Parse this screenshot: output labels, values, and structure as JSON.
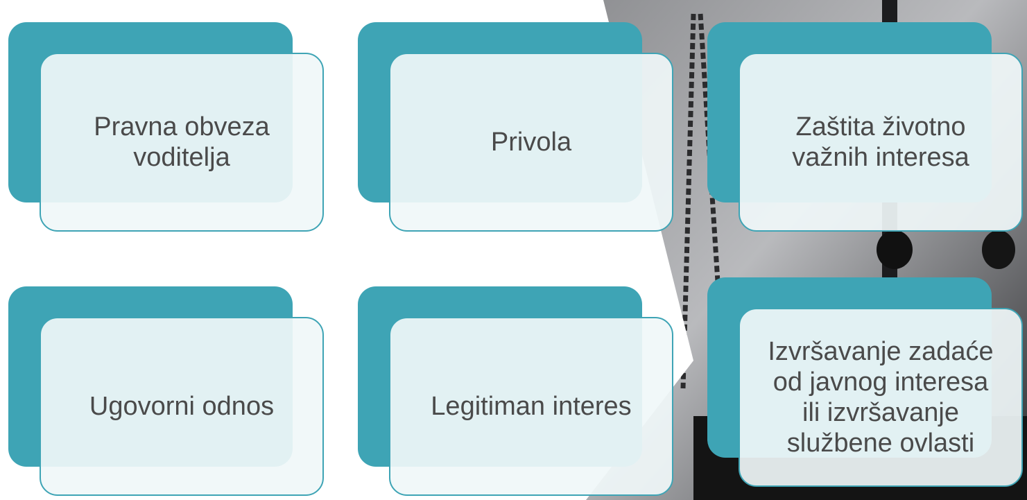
{
  "cards": [
    {
      "label": "Pravna obveza\nvoditelja"
    },
    {
      "label": "Privola"
    },
    {
      "label": "Zaštita životno\nvažnih interesa"
    },
    {
      "label": "Ugovorni odnos"
    },
    {
      "label": "Legitiman interes"
    },
    {
      "label": "Izvršavanje zadaće\nod javnog interesa\nili izvršavanje\nslužbene ovlasti"
    }
  ],
  "colors": {
    "accent": "#3ea4b5",
    "card_face": "#f0f7f8",
    "text": "#4a4a4a",
    "background": "#ffffff"
  },
  "background_image": "scales-of-justice-photo"
}
